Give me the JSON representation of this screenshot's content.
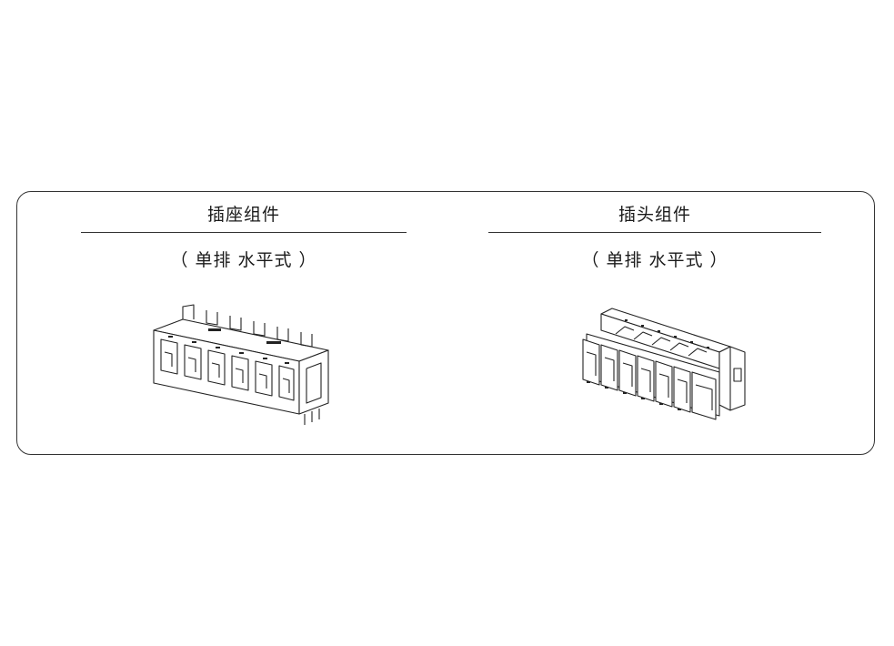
{
  "left_panel": {
    "title": "插座组件",
    "subtitle": "（ 单排 水平式 ）",
    "icon": "header-connector-icon"
  },
  "right_panel": {
    "title": "插头组件",
    "subtitle": "（ 单排 水平式 ）",
    "icon": "plug-connector-icon"
  }
}
